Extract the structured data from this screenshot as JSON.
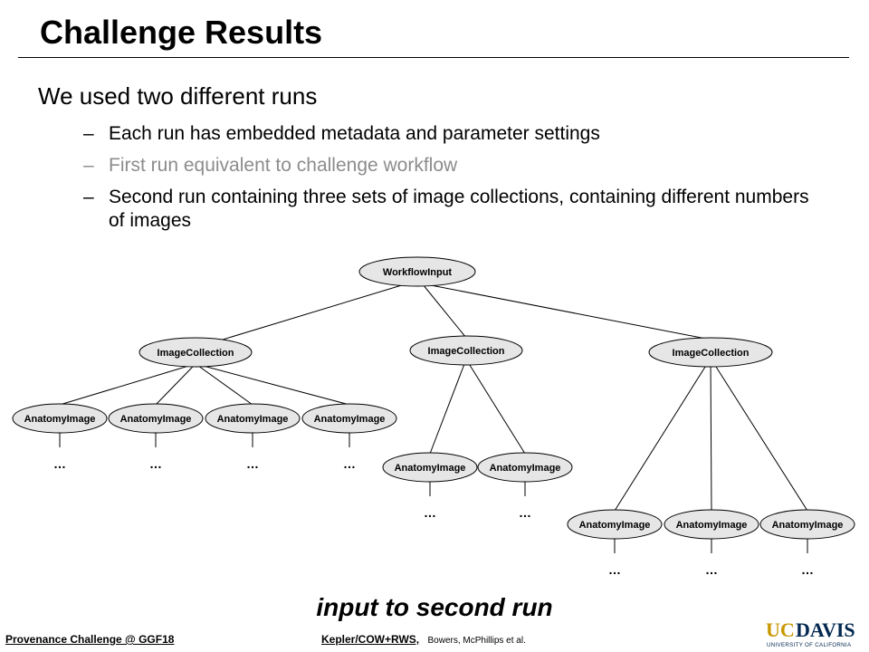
{
  "slide": {
    "title": "Challenge Results",
    "main_bullet": "We used two different runs",
    "sub_bullets": [
      {
        "dash": "–",
        "text": "Each run has embedded metadata and parameter settings"
      },
      {
        "dash": "–",
        "text": "First run equivalent to challenge workflow"
      },
      {
        "dash": "–",
        "text": "Second run containing three sets of image collections, containing different numbers of images"
      }
    ],
    "caption": "input to second run"
  },
  "diagram": {
    "root": "WorkflowInput",
    "collections": [
      {
        "label": "ImageCollection",
        "images": [
          "AnatomyImage",
          "AnatomyImage",
          "AnatomyImage",
          "AnatomyImage"
        ]
      },
      {
        "label": "ImageCollection",
        "images": [
          "AnatomyImage",
          "AnatomyImage"
        ]
      },
      {
        "label": "ImageCollection",
        "images": [
          "AnatomyImage",
          "AnatomyImage",
          "AnatomyImage"
        ]
      }
    ],
    "ellipsis": "…"
  },
  "footer": {
    "left": "Provenance Challenge @ GGF18",
    "middle_bold": "Kepler/COW+RWS,",
    "middle_authors": "Bowers, McPhillips et al.",
    "logo_main": "UCDAVIS",
    "logo_sub": "UNIVERSITY OF CALIFORNIA"
  },
  "colors": {
    "node_fill": "#e6e6e6",
    "muted_text": "#8c8c8c",
    "logo_gold": "#c99700",
    "logo_blue": "#022851"
  }
}
